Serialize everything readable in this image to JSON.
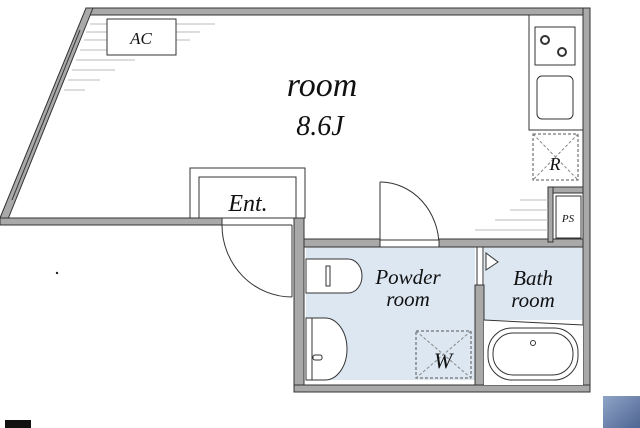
{
  "floorplan": {
    "room_label": "room",
    "room_size": "8.6J",
    "ac_label": "AC",
    "entrance_label": "Ent.",
    "refrigerator_label": "R",
    "pipe_space_label": "PS",
    "powder_room_line1": "Powder",
    "powder_room_line2": "room",
    "bath_room_line1": "Bath",
    "bath_room_line2": "room",
    "washer_label": "W"
  },
  "colors": {
    "wall": "#a9a9a9",
    "wet_area": "#dce7f2",
    "line": "#333333"
  }
}
